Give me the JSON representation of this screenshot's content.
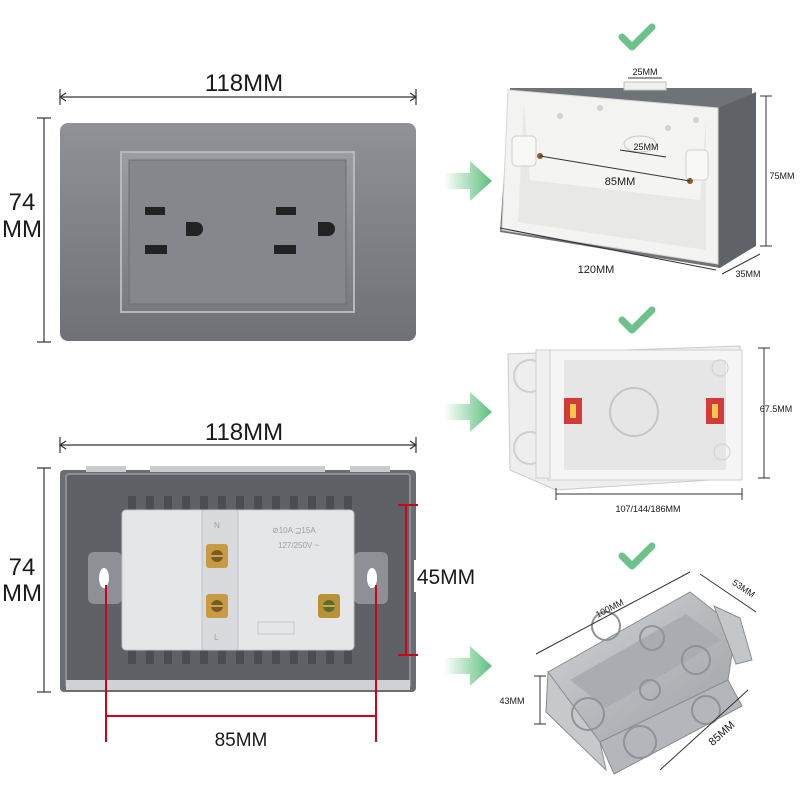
{
  "front_panel": {
    "width_label": "118MM",
    "height_label_line1": "74",
    "height_label_line2": "MM"
  },
  "back_panel": {
    "width_label": "118MM",
    "height_label_line1": "74",
    "height_label_line2": "MM",
    "mount_height_label": "45MM",
    "mount_width_label": "85MM",
    "embossed_line1": "⊘10A  ⊒15A",
    "embossed_line2": "127/250V ~",
    "terminal_n": "N",
    "terminal_l": "L"
  },
  "box_plastic_grey": {
    "top_slot_label": "25MM",
    "inner_slot_label": "25MM",
    "hole_spacing_label": "85MM",
    "height_label": "75MM",
    "width_label": "120MM",
    "depth_label": "35MM"
  },
  "box_plastic_white": {
    "height_label": "67.5MM",
    "width_label": "107/144/186MM"
  },
  "box_metal": {
    "length_label": "100MM",
    "depth_label": "53MM",
    "height_label": "43MM",
    "width_label": "85MM"
  },
  "colors": {
    "check": "#6cc28a",
    "arrow": "#6cc28a",
    "dimension_red": "#d0021b"
  }
}
